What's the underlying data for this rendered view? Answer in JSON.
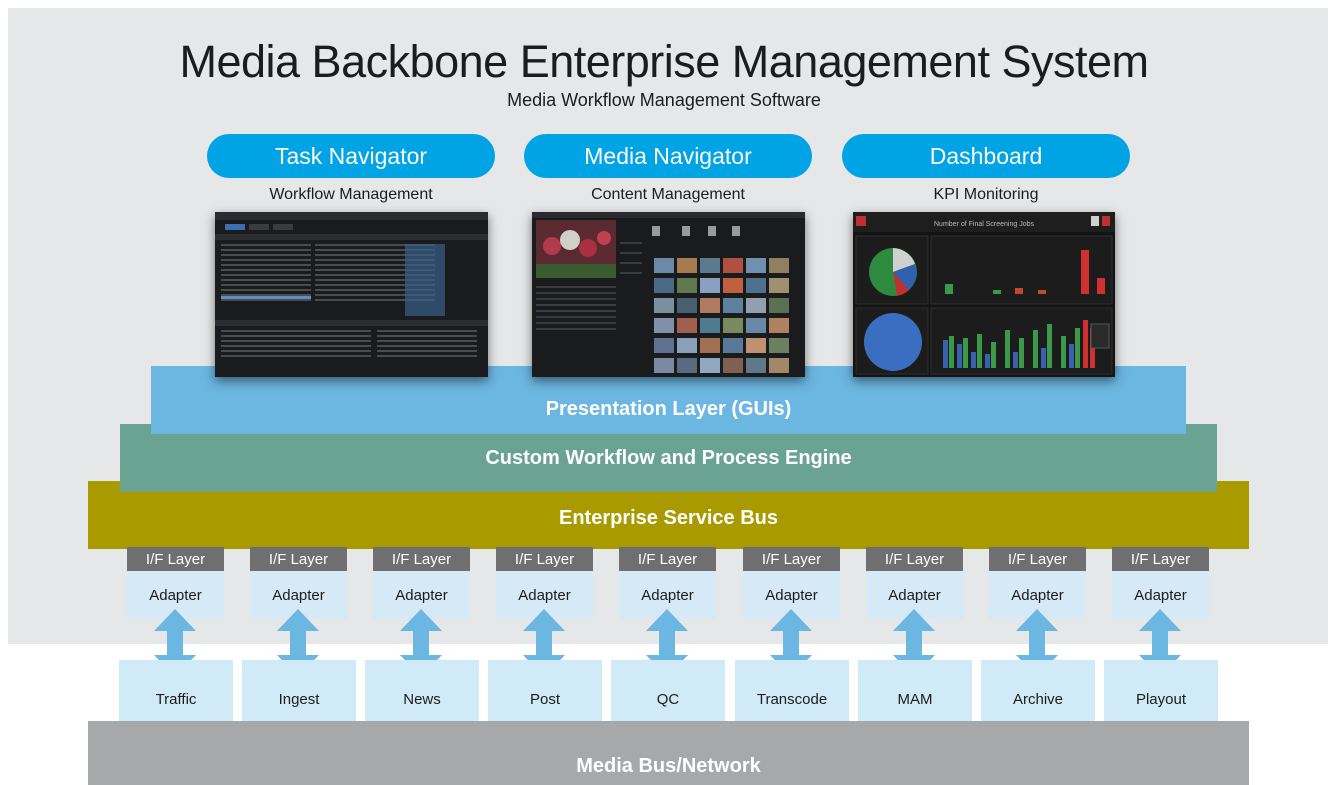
{
  "header": {
    "title": "Media Backbone Enterprise Management System",
    "subtitle": "Media Workflow Management Software"
  },
  "modules": [
    {
      "label": "Task Navigator",
      "sub": "Workflow Management"
    },
    {
      "label": "Media Navigator",
      "sub": "Content Management"
    },
    {
      "label": "Dashboard",
      "sub": "KPI Monitoring"
    }
  ],
  "screens": {
    "dashboard_title": "Number of Final Screening Jobs"
  },
  "layers": {
    "presentation": "Presentation Layer (GUIs)",
    "workflow": "Custom Workflow and Process Engine",
    "esb": "Enterprise Service Bus",
    "media_bus": "Media Bus/Network"
  },
  "interfaces": {
    "if_label": "I/F Layer",
    "adapter_label": "Adapter"
  },
  "systems": [
    "Traffic",
    "Ingest",
    "News",
    "Post",
    "QC",
    "Transcode",
    "MAM",
    "Archive",
    "Playout"
  ],
  "colors": {
    "panel_bg": "#e6e7e8",
    "pill": "#00a3e4",
    "presentation": "#6cb6e2",
    "workflow": "#6aa391",
    "esb": "#a99a00",
    "if_layer": "#6f6f72",
    "adapter": "#d5e9f6",
    "system_box": "#d0eaf8",
    "arrow": "#6cb6e2",
    "media_bus": "#a7a8aa"
  }
}
